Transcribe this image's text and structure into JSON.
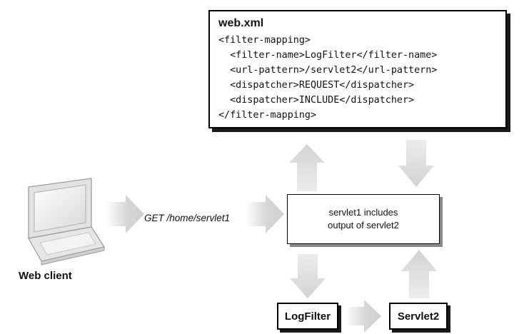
{
  "webxml": {
    "title": "web.xml",
    "lines": [
      "<filter-mapping>",
      "  <filter-name>LogFilter</filter-name>",
      "  <url-pattern>/servlet2</url-pattern>",
      "  <dispatcher>REQUEST</dispatcher>",
      "  <dispatcher>INCLUDE</dispatcher>",
      "</filter-mapping>"
    ]
  },
  "request": {
    "label": "GET /home/servlet1"
  },
  "servlet1": {
    "line1": "servlet1 includes",
    "line2": "output of servlet2"
  },
  "logfilter": {
    "label": "LogFilter"
  },
  "servlet2": {
    "label": "Servlet2"
  },
  "client": {
    "label": "Web client",
    "icon": "laptop-icon"
  },
  "colors": {
    "arrow": "#d9d9d9",
    "border": "#000000",
    "shadow": "#1a1a1a"
  }
}
